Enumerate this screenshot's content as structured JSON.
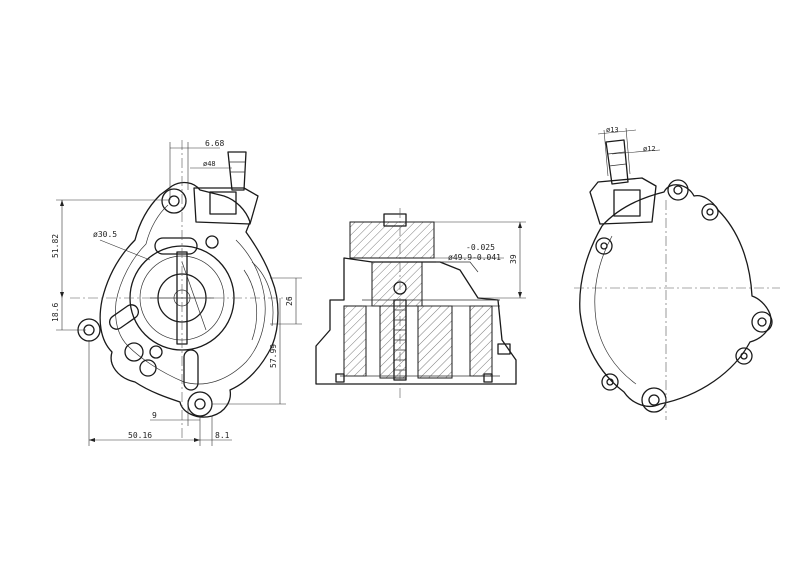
{
  "dimensions": {
    "d_6_68": "6.68",
    "d_48": "ø48",
    "d_30_5": "ø30.5",
    "d_51_82": "51.82",
    "d_18_6": "18.6",
    "d_26": "26",
    "d_57_99": "57.99",
    "d_9": "9",
    "d_50_16": "50.16",
    "d_8_1": "8.1",
    "d_tol_upper": "-0.025",
    "d_49_9": "ø49.9-0.041",
    "d_39": "39",
    "d_13": "ø13",
    "d_12": "ø12"
  }
}
